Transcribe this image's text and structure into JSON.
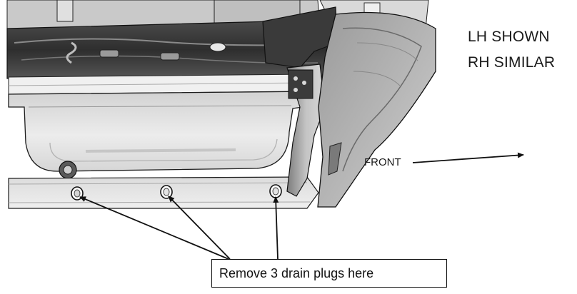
{
  "notes": {
    "lh": "LH SHOWN",
    "rh": "RH SIMILAR"
  },
  "direction_label": "FRONT",
  "callout": "Remove 3 drain plugs here",
  "colors": {
    "text": "#1a1a1a",
    "metal_light": "#e6e6e6",
    "metal_mid": "#bdbdbd",
    "metal_dark": "#3c3c3c",
    "outline": "#111111"
  }
}
